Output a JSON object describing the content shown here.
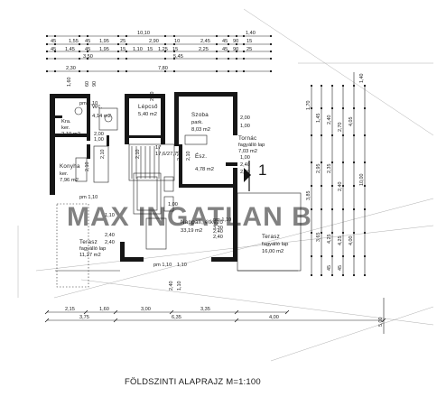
{
  "caption": "FÖLDSZINTI ALAPRAJZ M=1:100",
  "watermark": "MAX INGATLAN B",
  "section_marker": "1",
  "rooms": [
    {
      "id": "wc1",
      "name": "Wc.",
      "area": "4,14 m2",
      "extra": ""
    },
    {
      "id": "lepcso",
      "name": "Lépcső",
      "area": "5,40 m2",
      "extra": ""
    },
    {
      "id": "szoba",
      "name": "Szoba",
      "area": "8,03 m2",
      "extra": "park."
    },
    {
      "id": "kamra",
      "name": "Kra.",
      "area": "2,10 m2",
      "extra": "ker."
    },
    {
      "id": "konyha",
      "name": "Konyha",
      "area": "7,96 m2",
      "extra": "ker."
    },
    {
      "id": "eloter",
      "name": "Ész.",
      "area": "4,78 m2",
      "extra": ""
    },
    {
      "id": "tornac",
      "name": "Tornác",
      "area": "7,03 m2",
      "extra": "fagyálló lap"
    },
    {
      "id": "nappali",
      "name": "Nappali, étkező",
      "area": "33,19 m2",
      "extra": ""
    },
    {
      "id": "terasz1",
      "name": "Terasz",
      "area": "11,27 m2",
      "extra": "fagyálló lap"
    },
    {
      "id": "terasz2",
      "name": "Terasz",
      "area": "16,00 m2",
      "extra": "fagyálló lap"
    }
  ],
  "stair_label": "17\n17,6/27,7",
  "top_dims": {
    "row1": [
      "10,10",
      "1,40"
    ],
    "row2": [
      "45",
      "1,55",
      "45",
      "1,95",
      "25",
      "2,90",
      "10",
      "2,45",
      "45",
      "90",
      "15"
    ],
    "row3": [
      "45",
      "1,45",
      "45",
      "1,95",
      "15",
      "1,10",
      "15",
      "1,25",
      "15",
      "2,25",
      "45",
      "90",
      "25"
    ],
    "row4": [
      "3,50",
      "5,45"
    ],
    "row5": [
      "2,30",
      "7,80"
    ]
  },
  "bottom_dims": {
    "row1": [
      "2,15",
      "1,60",
      "3,00",
      "3,35"
    ],
    "row2": [
      "3,75",
      "6,35",
      "4,00"
    ]
  },
  "right_dims": [
    "1,70",
    "1,45",
    "2,40",
    "2,70",
    "4,05",
    "2,95",
    "2,35",
    "2,40",
    "10,00",
    "3,65",
    "4,25",
    "4,25",
    "4,00",
    "45",
    "45",
    "1,40"
  ],
  "interior_dims": [
    "pm 1,10",
    "pm 1,10",
    "pm 1,10",
    "pm 1,10",
    "2,00",
    "1,00",
    "2,10",
    "1,00",
    "2,10",
    "2,40",
    "1,10",
    "2,40",
    "2,10",
    "2,40",
    "2,00",
    "1,00",
    "1,10",
    "2,40",
    "1,10",
    "2,10",
    "2,40",
    "1,00",
    "2,40",
    "3,30",
    "2,40",
    "3,85",
    "5,00",
    "60",
    "2,10",
    "90",
    "2,10",
    "1,60"
  ]
}
